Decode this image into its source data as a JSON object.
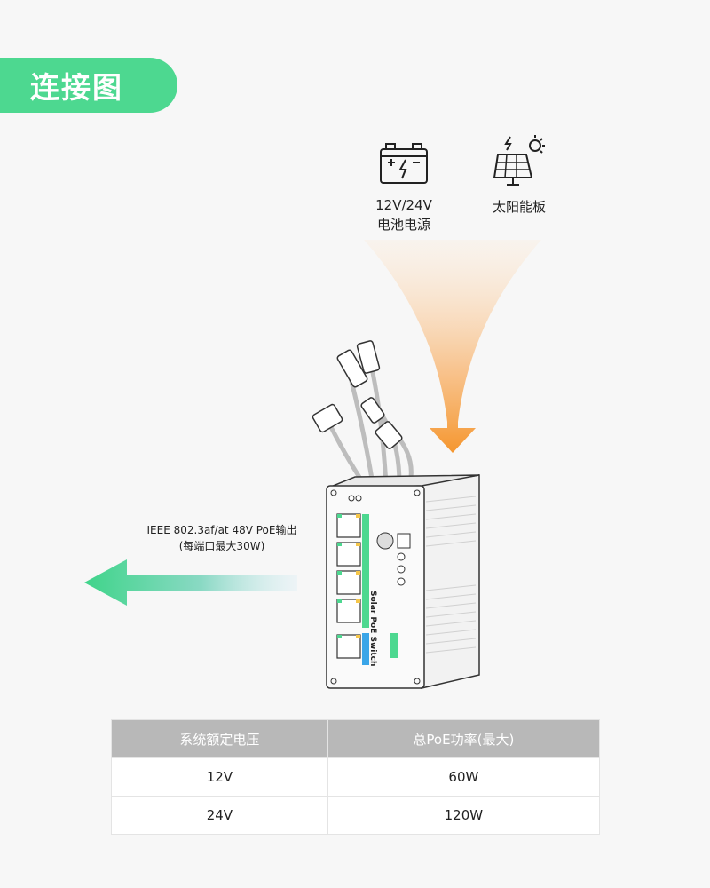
{
  "title": "连接图",
  "sources": {
    "battery": {
      "icon": "car-battery-icon",
      "line1": "12V/24V",
      "line2": "电池电源"
    },
    "solar": {
      "icon": "solar-panel-icon",
      "label": "太阳能板"
    }
  },
  "output": {
    "line1": "IEEE 802.3af/at 48V PoE输出",
    "line2": "(每端口最大30W)"
  },
  "device": {
    "name": "Solar PoE Switch"
  },
  "table": {
    "headers": [
      "系统额定电压",
      "总PoE功率(最大)"
    ],
    "rows": [
      [
        "12V",
        "60W"
      ],
      [
        "24V",
        "120W"
      ]
    ]
  },
  "colors": {
    "accent_green": "#4dd890",
    "arrow_orange": "#f5a03a",
    "header_gray": "#b8b8b8"
  }
}
